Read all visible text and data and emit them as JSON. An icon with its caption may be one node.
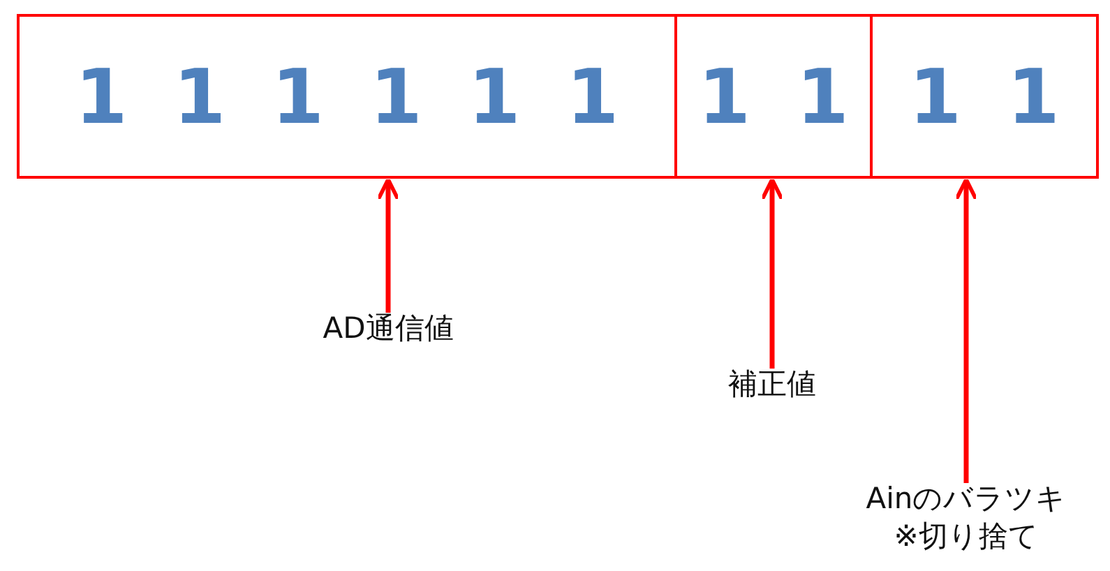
{
  "diagram": {
    "nodes": [
      {
        "text": [
          "1 1 1 1 1 1"
        ]
      },
      {
        "text": [
          "1 1"
        ]
      },
      {
        "text": [
          "1 1"
        ]
      },
      {
        "text": [
          "AD通信値"
        ]
      },
      {
        "text": [
          "補正値"
        ]
      },
      {
        "text": [
          "Ainのバラツキ※切り捨て"
        ]
      }
    ],
    "edges": [
      {
        "from": 3,
        "to": 0,
        "arrow": "to"
      },
      {
        "from": 4,
        "to": 1,
        "arrow": "to"
      },
      {
        "from": 5,
        "to": 2,
        "arrow": "to"
      }
    ]
  }
}
